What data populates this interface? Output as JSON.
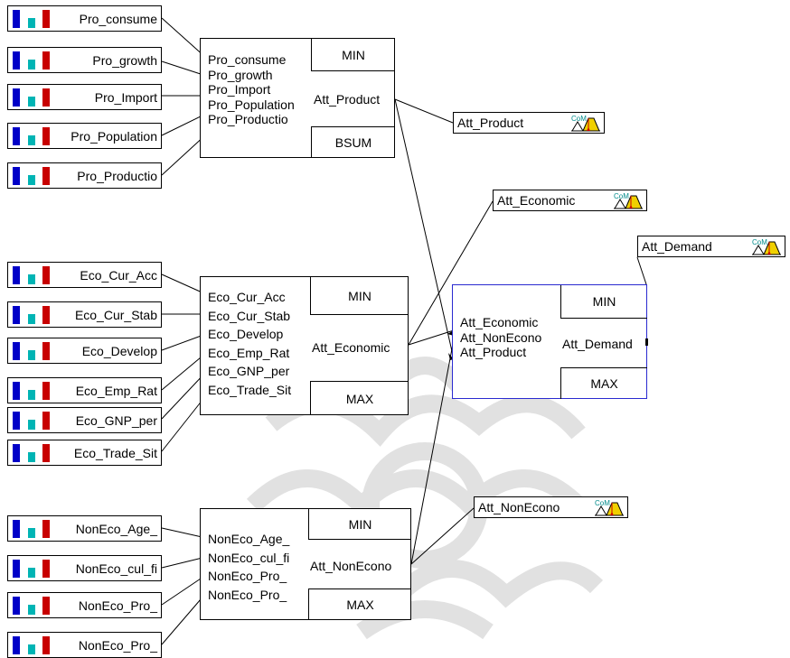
{
  "inputs": {
    "product": [
      "Pro_consume",
      "Pro_growth",
      "Pro_Import",
      "Pro_Population",
      "Pro_Productio"
    ],
    "economic": [
      "Eco_Cur_Acc",
      "Eco_Cur_Stab",
      "Eco_Develop",
      "Eco_Emp_Rat",
      "Eco_GNP_per",
      "Eco_Trade_Sit"
    ],
    "noneco": [
      "NonEco_Age_",
      "NonEco_cul_fi",
      "NonEco_Pro_",
      "NonEco_Pro_"
    ]
  },
  "rules": {
    "product": {
      "inputs": [
        "Pro_consume",
        "Pro_growth",
        "Pro_Import",
        "Pro_Population",
        "Pro_Productio"
      ],
      "top": "MIN",
      "output": "Att_Product",
      "bottom": "BSUM"
    },
    "economic": {
      "inputs": [
        "Eco_Cur_Acc",
        "Eco_Cur_Stab",
        "Eco_Develop",
        "Eco_Emp_Rat",
        "Eco_GNP_per",
        "Eco_Trade_Sit"
      ],
      "top": "MIN",
      "output": "Att_Economic",
      "bottom": "MAX"
    },
    "noneco": {
      "inputs": [
        "NonEco_Age_",
        "NonEco_cul_fi",
        "NonEco_Pro_",
        "NonEco_Pro_"
      ],
      "top": "MIN",
      "output": "Att_NonEcono",
      "bottom": "MAX"
    },
    "demand": {
      "inputs": [
        "Att_Economic",
        "Att_NonEcono",
        "Att_Product"
      ],
      "top": "MIN",
      "output": "Att_Demand",
      "bottom": "MAX"
    }
  },
  "outputs": {
    "product": "Att_Product",
    "economic": "Att_Economic",
    "noneco": "Att_NonEcono",
    "demand": "Att_Demand"
  },
  "output_icon_text": "CoM",
  "icons": {
    "input": "bar-chart-icon",
    "output": "com-membership-icon"
  },
  "colors": {
    "bar_blue": "#0000c8",
    "bar_cyan": "#00b4b4",
    "bar_red": "#c80000",
    "selected_border": "#2a2ad0",
    "watermark": "#dcdcdc"
  }
}
